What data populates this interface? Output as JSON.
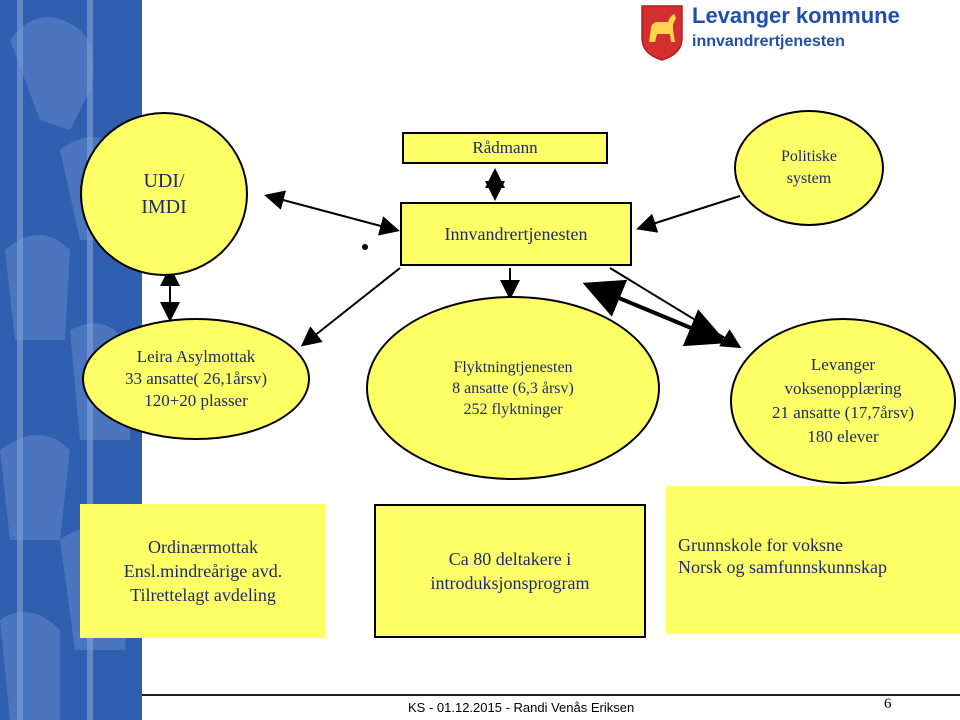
{
  "header": {
    "title": "Levanger kommune",
    "subtitle": "innvandrertjenesten"
  },
  "colors": {
    "shape_fill": "#ffff66",
    "sidebar": "#2f5fae",
    "text_dark_blue": "#1a2b6b",
    "brand_blue": "#1f4fa8",
    "logo_red": "#d32f2f"
  },
  "top": {
    "radmann": "Rådmann",
    "innvandrertjenesten": "Innvandrertjenesten"
  },
  "udi": {
    "lines": [
      "UDI/",
      "IMDI"
    ]
  },
  "politiske": {
    "lines": [
      "Politiske",
      "system"
    ]
  },
  "leira": {
    "lines": [
      "Leira Asylmottak",
      "33 ansatte( 26,1årsv)",
      "120+20 plasser"
    ]
  },
  "flyktning": {
    "lines": [
      "Flyktningtjenesten",
      "8 ansatte (6,3 årsv)",
      "252 flyktninger"
    ]
  },
  "levanger": {
    "lines": [
      "Levanger",
      "voksenopplæring",
      "21 ansatte (17,7årsv)",
      "180 elever"
    ]
  },
  "ordinaer": {
    "lines": [
      "Ordinærmottak",
      "Ensl.mindreårige avd.",
      "Tilrettelagt avdeling"
    ]
  },
  "introduksjon": {
    "lines": [
      "Ca 80 deltakere i",
      "introduksjonsprogram"
    ]
  },
  "grunnskole": {
    "lines": [
      "Grunnskole for voksne",
      "Norsk og samfunnskunnskap"
    ]
  },
  "footer": {
    "text": "KS - 01.12.2015 - Randi Venås Eriksen",
    "page_number": "6"
  },
  "icons": {
    "logo": "horse-shield-icon",
    "sidebar_decoration": "horse-pattern-icon"
  }
}
